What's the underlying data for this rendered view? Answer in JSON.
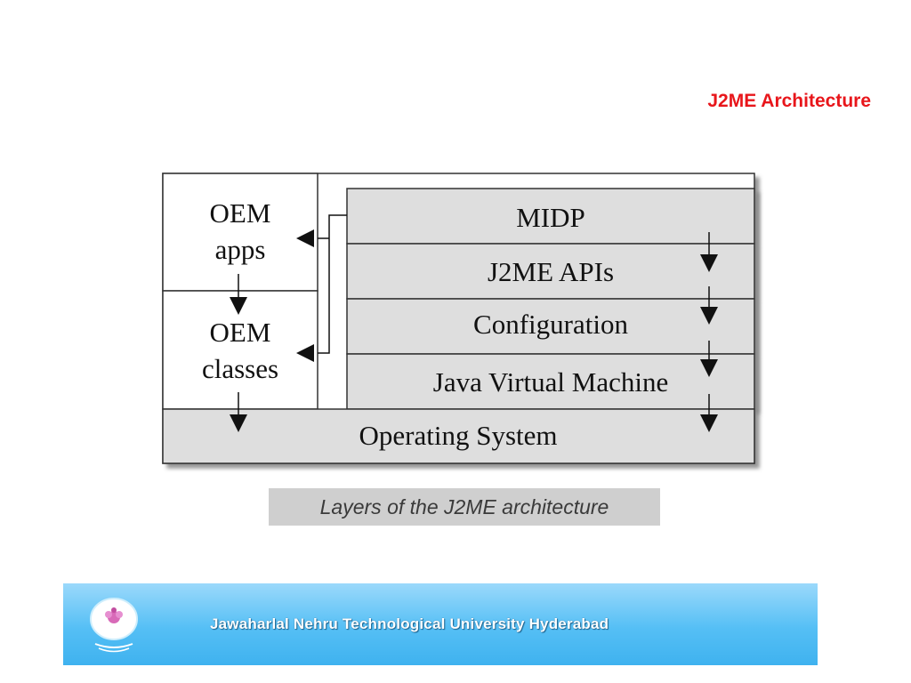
{
  "slide": {
    "title": "J2ME Architecture"
  },
  "diagram": {
    "left_blocks": [
      {
        "lines": [
          "OEM",
          "apps"
        ]
      },
      {
        "lines": [
          "OEM",
          "classes"
        ]
      }
    ],
    "layers": [
      "MIDP",
      "J2ME APIs",
      "Configuration",
      "Java Virtual Machine"
    ],
    "base_layer": "Operating System",
    "caption": "Layers of the J2ME architecture"
  },
  "footer": {
    "university": "Jawaharlal Nehru Technological University Hyderabad"
  },
  "colors": {
    "title": "#e8161b",
    "layer_fill": "#dedede",
    "caption_bg": "#cfcfcf",
    "footer_top": "#9bd9fb",
    "footer_bottom": "#3fb2ef"
  }
}
